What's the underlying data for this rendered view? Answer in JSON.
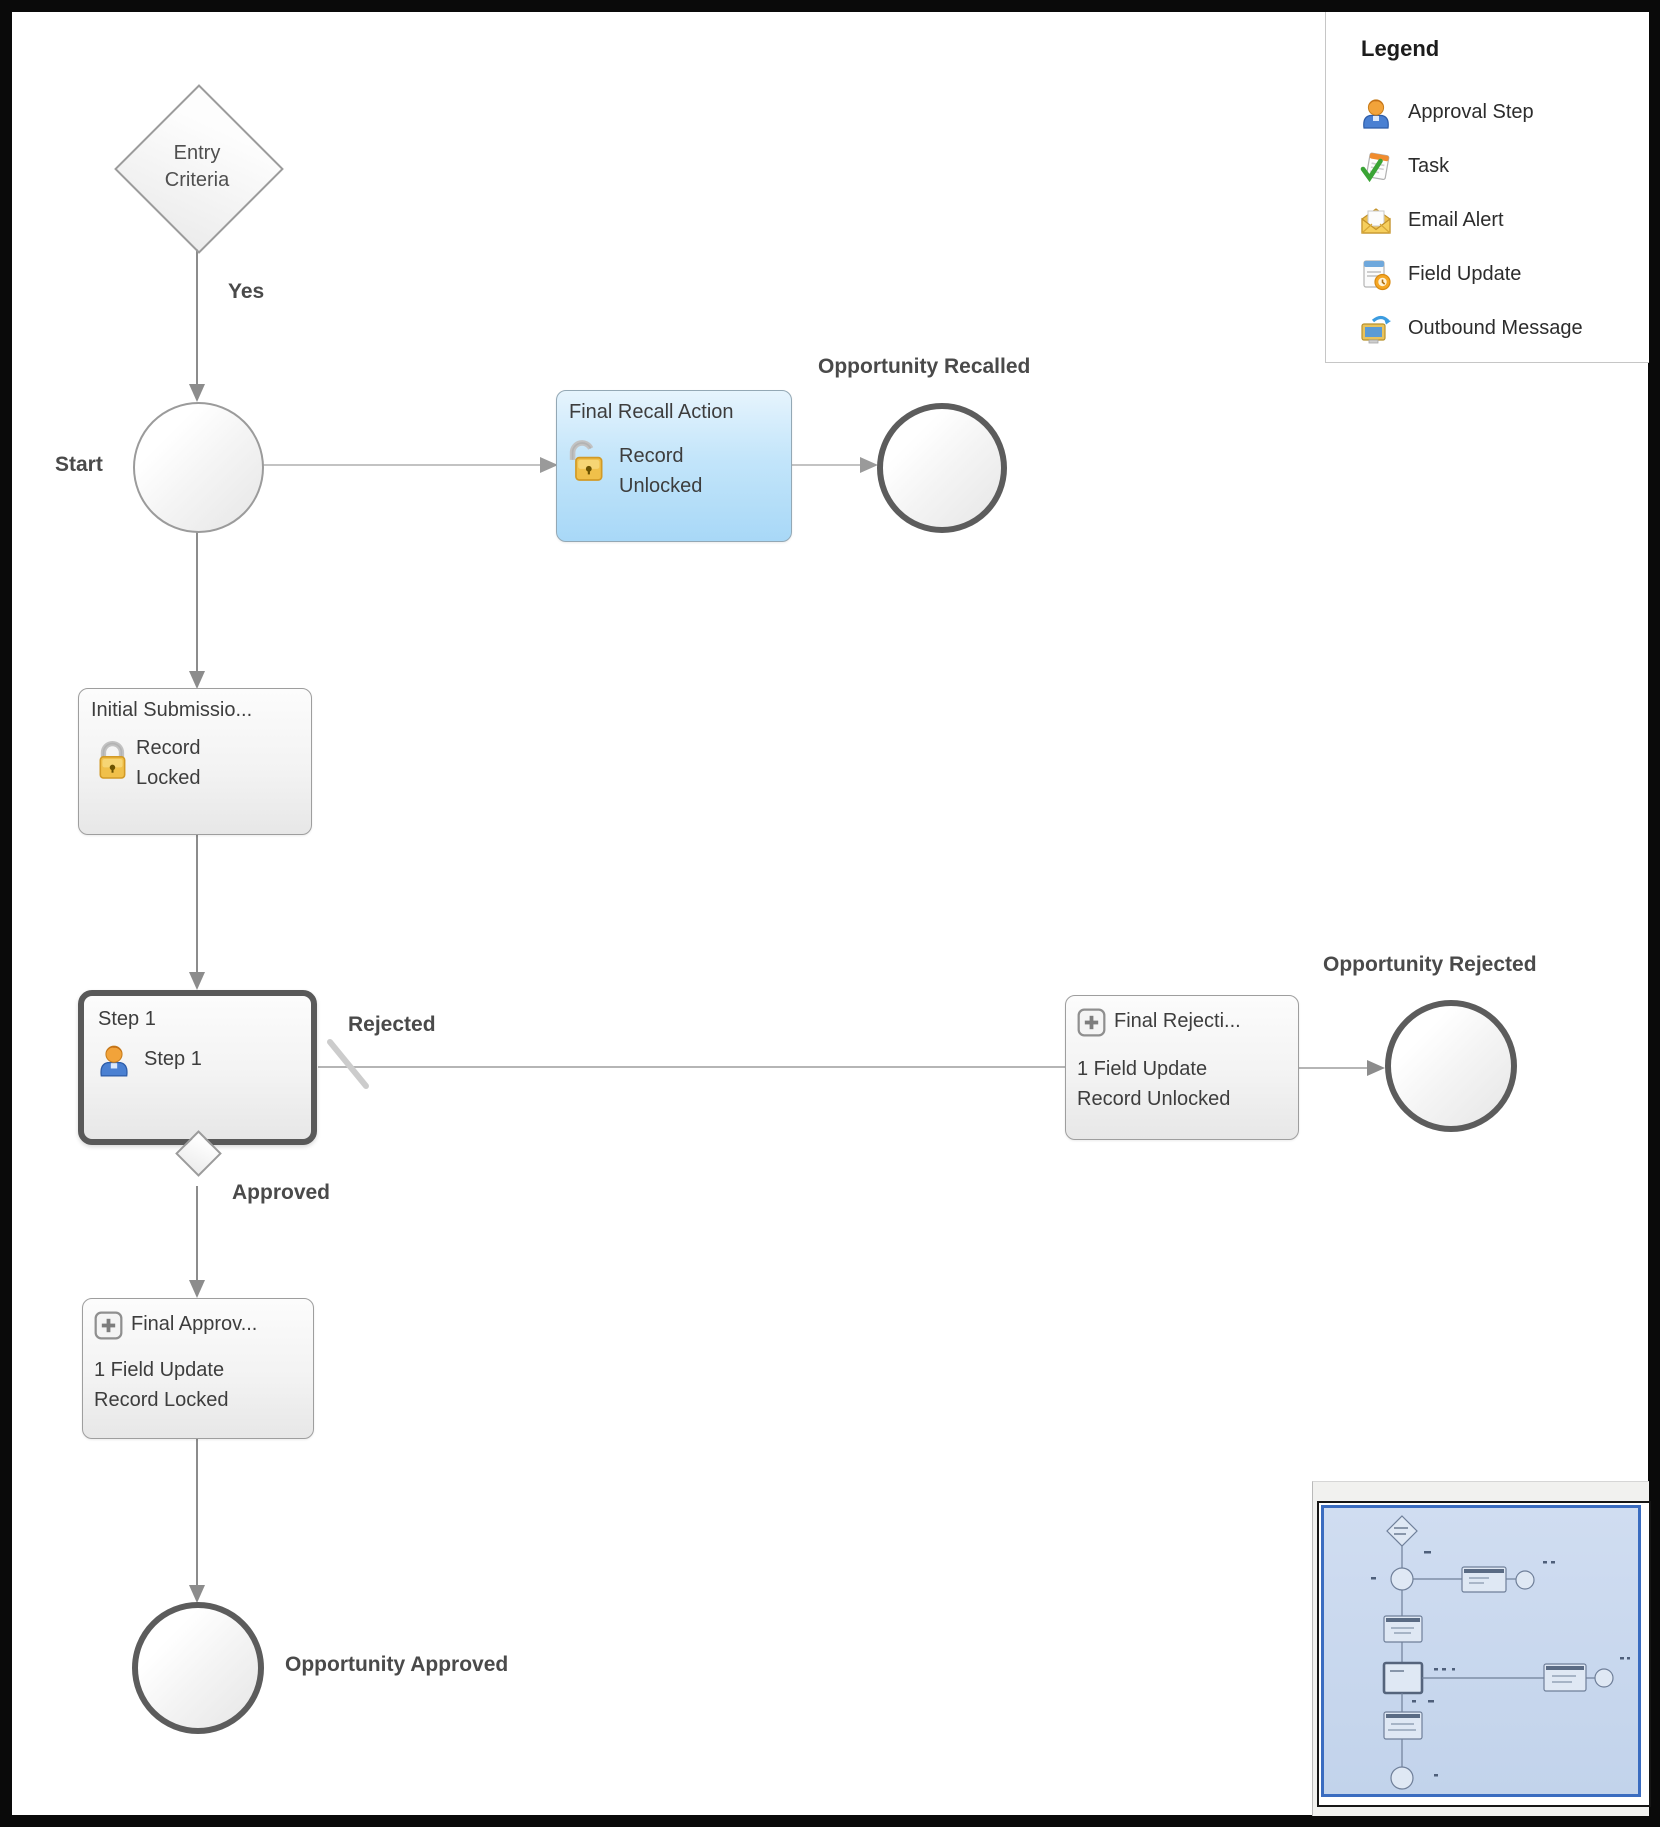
{
  "legend": {
    "title": "Legend",
    "items": [
      {
        "icon": "approval-step-icon",
        "label": "Approval Step"
      },
      {
        "icon": "task-icon",
        "label": "Task"
      },
      {
        "icon": "email-alert-icon",
        "label": "Email Alert"
      },
      {
        "icon": "field-update-icon",
        "label": "Field Update"
      },
      {
        "icon": "outbound-message-icon",
        "label": "Outbound Message"
      }
    ]
  },
  "nodes": {
    "entry_criteria": {
      "line1": "Entry",
      "line2": "Criteria"
    },
    "start_label": "Start",
    "final_recall": {
      "title": "Final Recall Action",
      "icon": "lock-open-icon",
      "detail_line1": "Record",
      "detail_line2": "Unlocked"
    },
    "opportunity_recalled_label": "Opportunity Recalled",
    "initial_submission": {
      "title": "Initial Submissio...",
      "icon": "lock-closed-icon",
      "detail_line1": "Record",
      "detail_line2": "Locked"
    },
    "step1": {
      "title": "Step 1",
      "icon": "approval-step-icon",
      "detail": "Step 1"
    },
    "final_rejection": {
      "title": "Final Rejecti...",
      "expand_icon": "plus-icon",
      "detail_line1": "1 Field Update",
      "detail_line2": "Record Unlocked"
    },
    "opportunity_rejected_label": "Opportunity Rejected",
    "final_approval": {
      "title": "Final Approv...",
      "expand_icon": "plus-icon",
      "detail_line1": "1 Field Update",
      "detail_line2": "Record Locked"
    },
    "opportunity_approved_label": "Opportunity Approved"
  },
  "edges": {
    "yes_label": "Yes",
    "rejected_label": "Rejected",
    "approved_label": "Approved"
  },
  "colors": {
    "recall_box_fill": "#b7ddf8",
    "node_border": "#9b9b9b",
    "selected_border": "#595959",
    "connector": "#8c8c8c",
    "end_circle_border": "#5c5c5c",
    "minimap_background": "#c9d8ee",
    "minimap_border": "#3a6cc0",
    "lock_gold": "#f0c04a",
    "person_blue": "#4a80d2",
    "person_orange": "#f2a33a"
  }
}
